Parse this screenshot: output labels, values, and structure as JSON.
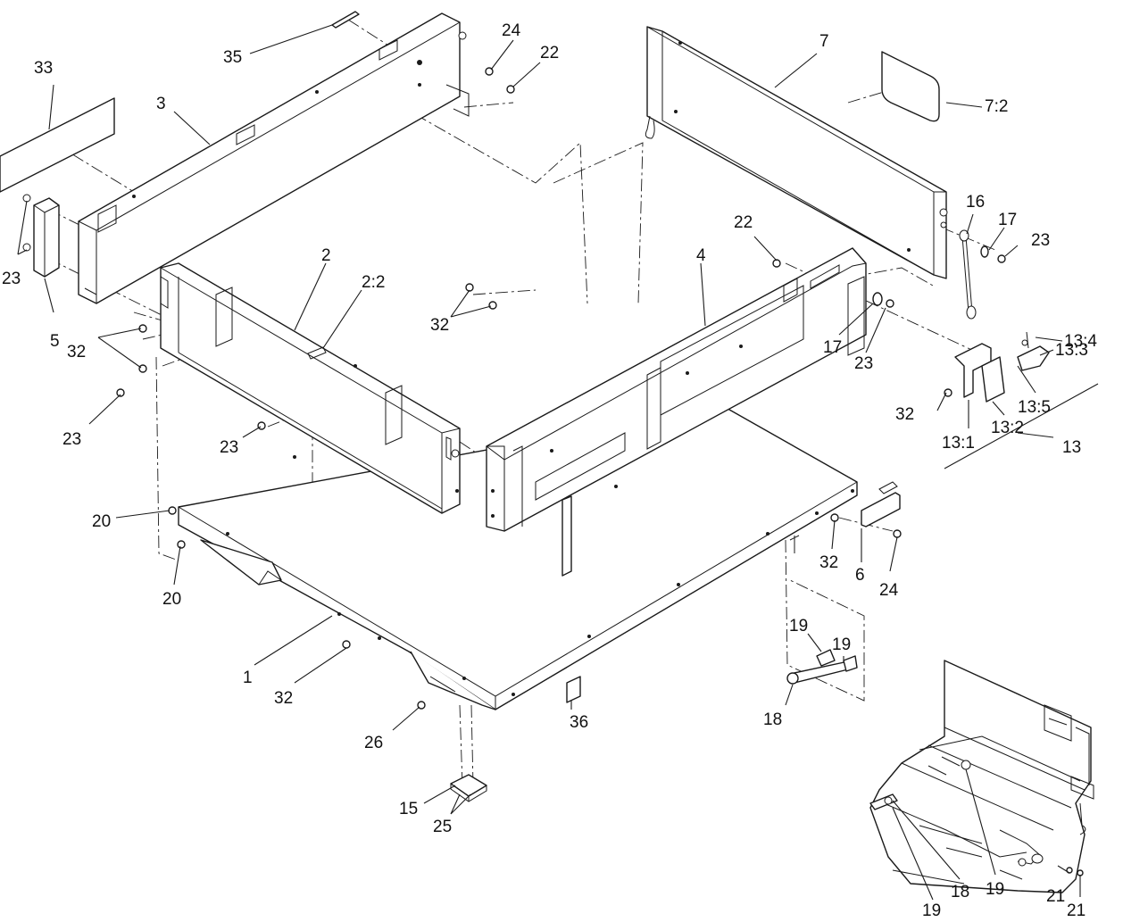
{
  "callouts": [
    {
      "label": "33"
    },
    {
      "label": "35"
    },
    {
      "label": "3"
    },
    {
      "label": "24"
    },
    {
      "label": "22"
    },
    {
      "label": "7"
    },
    {
      "label": "7:2"
    },
    {
      "label": "23"
    },
    {
      "label": "5"
    },
    {
      "label": "2"
    },
    {
      "label": "2:2"
    },
    {
      "label": "32"
    },
    {
      "label": "4"
    },
    {
      "label": "22"
    },
    {
      "label": "16"
    },
    {
      "label": "17"
    },
    {
      "label": "23"
    },
    {
      "label": "32"
    },
    {
      "label": "17"
    },
    {
      "label": "23"
    },
    {
      "label": "13:4"
    },
    {
      "label": "13:3"
    },
    {
      "label": "13:5"
    },
    {
      "label": "32"
    },
    {
      "label": "13:1"
    },
    {
      "label": "13:2"
    },
    {
      "label": "13"
    },
    {
      "label": "23"
    },
    {
      "label": "23"
    },
    {
      "label": "20"
    },
    {
      "label": "20"
    },
    {
      "label": "32"
    },
    {
      "label": "6"
    },
    {
      "label": "24"
    },
    {
      "label": "19"
    },
    {
      "label": "19"
    },
    {
      "label": "18"
    },
    {
      "label": "1"
    },
    {
      "label": "32"
    },
    {
      "label": "36"
    },
    {
      "label": "26"
    },
    {
      "label": "15"
    },
    {
      "label": "25"
    },
    {
      "label": "19"
    },
    {
      "label": "18"
    },
    {
      "label": "19"
    },
    {
      "label": "21"
    },
    {
      "label": "21"
    }
  ]
}
